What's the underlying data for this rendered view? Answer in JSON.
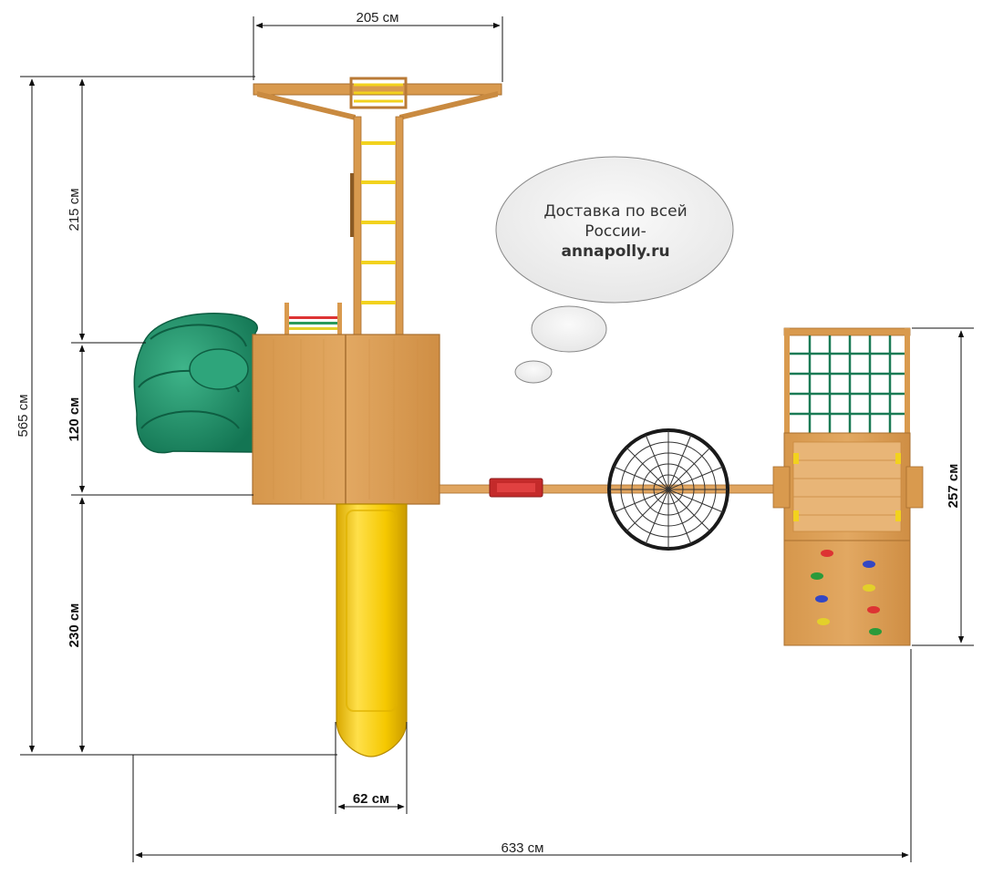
{
  "dimensions": {
    "top_width": "205 см",
    "total_depth": "565 см",
    "tower_to_beam": "215 см",
    "platform_depth": "120 см",
    "slide_length": "230 см",
    "slide_width": "62 см",
    "total_width": "633 см",
    "climbing_module": "257 см"
  },
  "bubble": {
    "line1": "Доставка по всей",
    "line2": "России-",
    "line3": "annapolly.ru"
  },
  "colors": {
    "wood": "#d99a4e",
    "wood_dark": "#b97a36",
    "rung_yellow": "#f2d21e",
    "slide_yellow": "#f5c800",
    "tube_green": "#1f8f6a",
    "rope_green": "#1a7a55",
    "net_black": "#1a1a1a",
    "swing_red": "#c42a2a",
    "line": "#111111"
  }
}
